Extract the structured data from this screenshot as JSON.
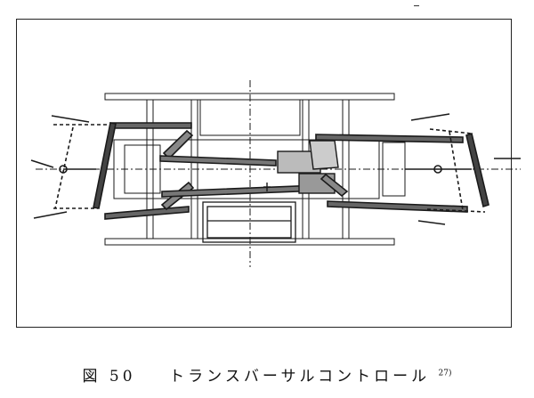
{
  "figure": {
    "number": "図 50",
    "title": "トランスバーサルコントロール",
    "reference": "27)"
  }
}
